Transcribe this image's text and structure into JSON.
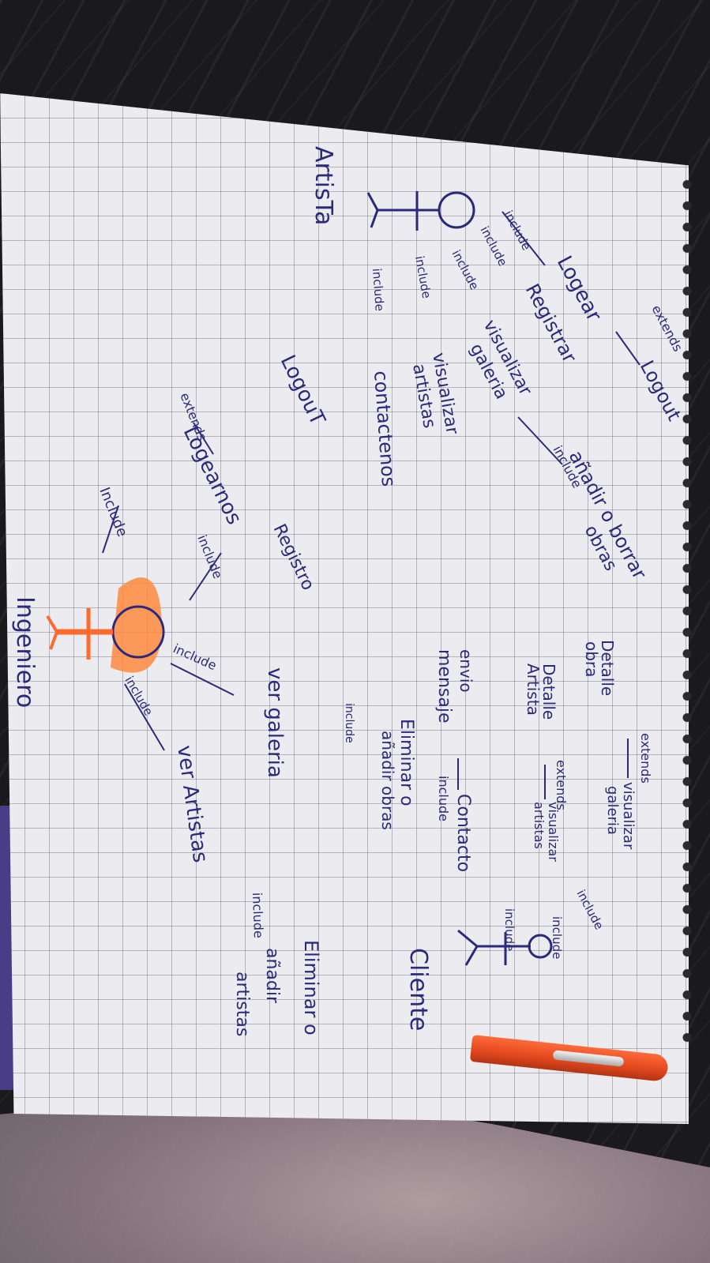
{
  "colors": {
    "ink": "#2b2a7a",
    "paper": "#ecebf0",
    "grid": "#8a8aa0",
    "highlighter": "#ff8a3d",
    "pen_body": "#e0471d"
  },
  "actors": {
    "artista": "ArtisTa",
    "cliente": "Cliente",
    "ingeniero": "Ingeniero"
  },
  "artista_cases": {
    "include_1": "include",
    "logear": "Logear",
    "extends_logout": "extends",
    "logout_1": "Logout",
    "include_2": "include",
    "registrar": "Registrar",
    "include_3": "include",
    "visualizar_galeria_1": "visualizar",
    "visualizar_galeria_2": "galeria",
    "include_4": "include",
    "visualizar_artistas_1": "visualizar",
    "visualizar_artistas_2": "artistas",
    "include_5": "include",
    "contactenos": "contactenos",
    "anadir_borrar": "añadir o borrar",
    "include_obras": "include",
    "obras": "obras"
  },
  "cliente_cases": {
    "detalle_obra_1": "Detalle",
    "detalle_obra_2": "obra",
    "extends_1": "extends",
    "visualizar_galeria_1": "visualizar",
    "visualizar_galeria_2": "galeria",
    "include_1": "include",
    "detalle_artista_1": "Detalle",
    "detalle_artista_2": "Artista",
    "extends_2": "extends",
    "visualizar_artistas_1": "visualizar",
    "visualizar_artistas_2": "artistas",
    "include_2": "include",
    "envio_1": "envio",
    "envio_2": "mensaje",
    "include_3": "include",
    "contacto": "Contacto",
    "include_4": "include"
  },
  "ingeniero_cases": {
    "logout": "LogouT",
    "extends": "extends",
    "logearnos": "Logearnos",
    "include_1": "Include",
    "registro": "Registro",
    "include_2": "include",
    "include_3": "include",
    "ver_galeria": "ver galeria",
    "include_4": "include",
    "eliminar_anadir_obras_1": "Eliminar o",
    "eliminar_anadir_obras_2": "añadir obras",
    "include_5": "include",
    "ver_artistas": "ver Artistas",
    "include_6": "include",
    "eliminar_anadir_artistas_1": "Eliminar o",
    "eliminar_anadir_artistas_2": "añadir",
    "eliminar_anadir_artistas_3": "artistas"
  }
}
